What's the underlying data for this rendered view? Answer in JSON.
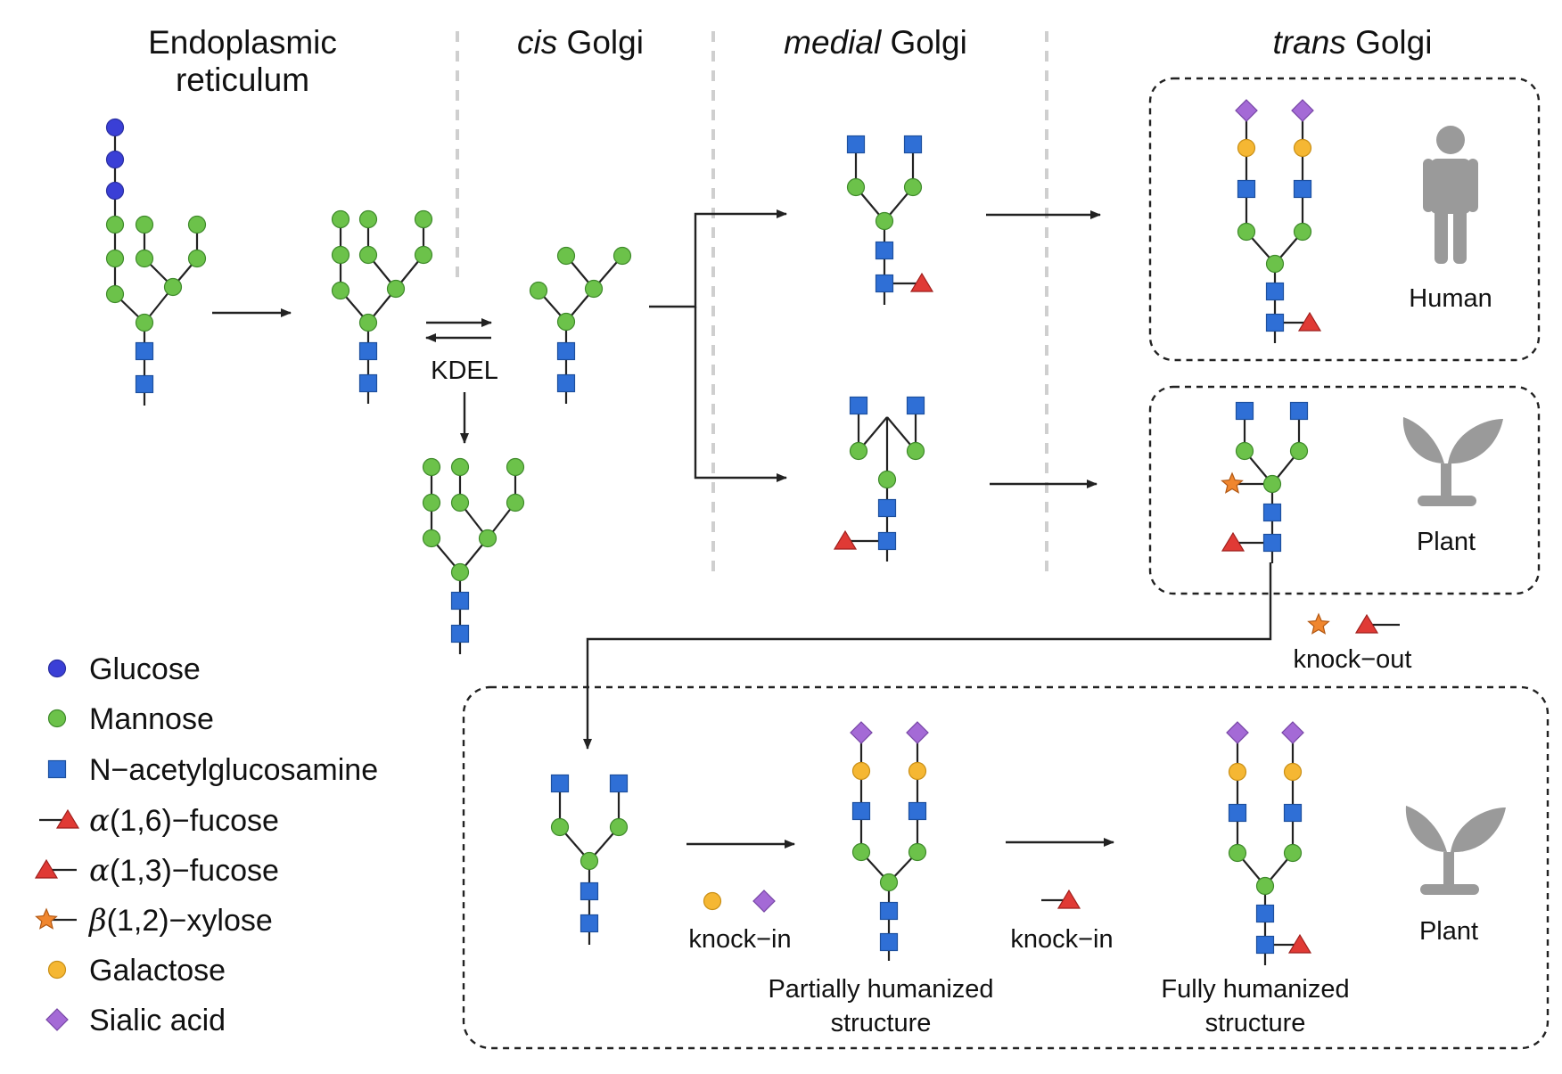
{
  "stages": {
    "er_line1": "Endoplasmic",
    "er_line2": "reticulum",
    "cis_italic": "cis",
    "cis_rest": " Golgi",
    "medial_italic": "medial",
    "medial_rest": " Golgi",
    "trans_italic": "trans",
    "trans_rest": " Golgi"
  },
  "labels": {
    "kdel": "KDEL",
    "human": "Human",
    "plant_top": "Plant",
    "plant_bottom": "Plant",
    "knock_out": "knock−out",
    "knock_in_1": "knock−in",
    "knock_in_2": "knock−in",
    "partial_line1": "Partially humanized",
    "partial_line2": "structure",
    "fully_line1": "Fully humanized",
    "fully_line2": "structure"
  },
  "legend": {
    "items": [
      {
        "symbol": "glucose",
        "text": "Glucose"
      },
      {
        "symbol": "mannose",
        "text": "Mannose"
      },
      {
        "symbol": "n-acetylglucosamine",
        "text": "N−acetylglucosamine"
      },
      {
        "symbol": "alpha16-fucose",
        "greek": "α",
        "text": "(1,6)−fucose"
      },
      {
        "symbol": "alpha13-fucose",
        "greek": "α",
        "text": "(1,3)−fucose"
      },
      {
        "symbol": "beta12-xylose",
        "greek": "β",
        "text": "(1,2)−xylose"
      },
      {
        "symbol": "galactose",
        "text": "Galactose"
      },
      {
        "symbol": "sialic-acid",
        "text": "Sialic acid"
      }
    ]
  },
  "colors": {
    "glucose": "#3a3fd6",
    "mannose": "#6cc24a",
    "n-acetylglucosamine": "#2f6fd6",
    "fucose": "#e03a35",
    "galactose": "#f5b733",
    "sialic_acid": "#a46ad6",
    "xylose": "#f0862e",
    "icon_gray": "#9a9a9a"
  },
  "icons": [
    "human-icon",
    "plant-icon"
  ]
}
